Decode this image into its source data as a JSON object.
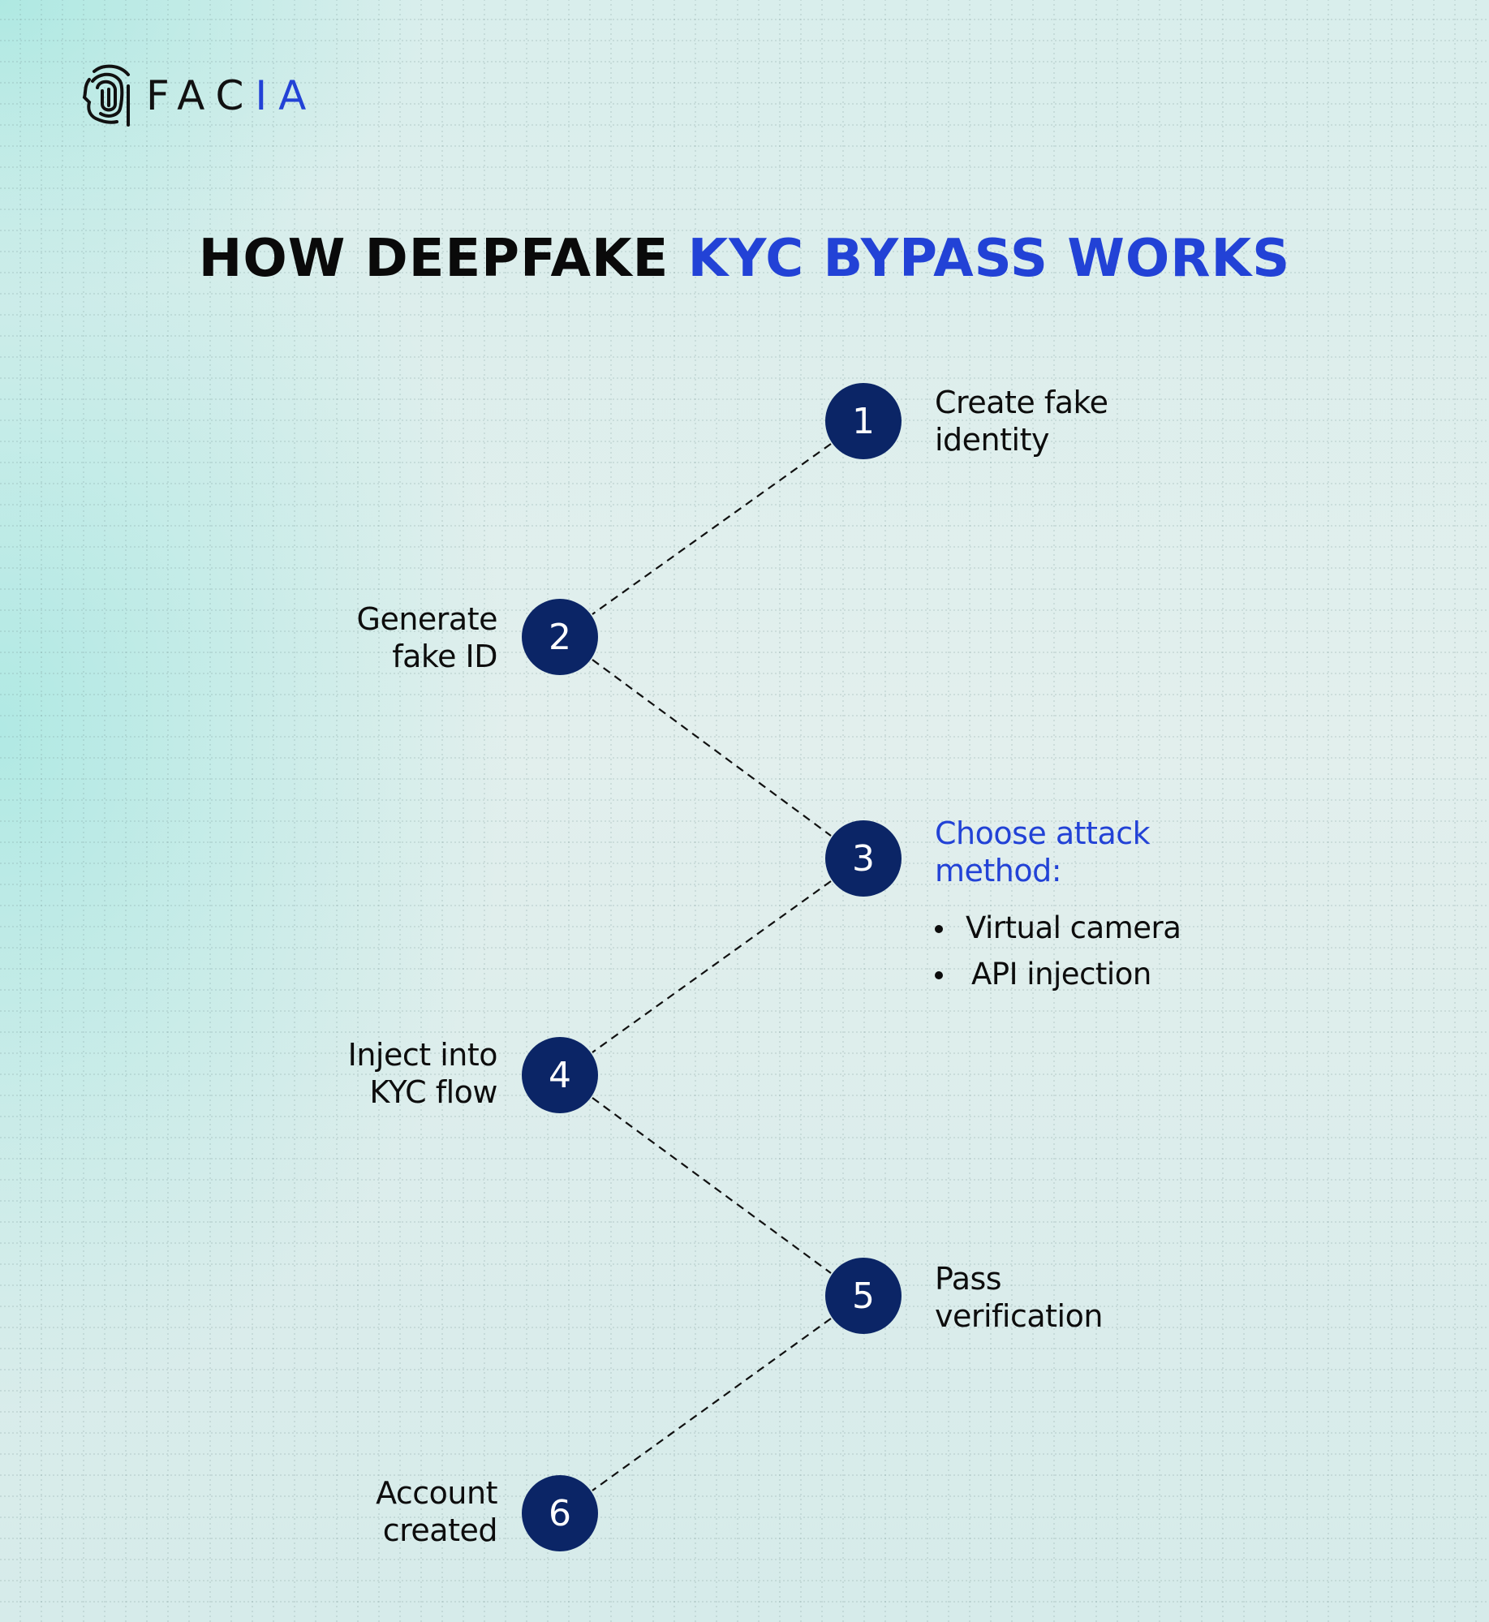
{
  "brand": {
    "logo_icon": "fingerprint-face-icon",
    "name_dark": "FAC",
    "name_accent": "IA"
  },
  "title": {
    "dark": "HOW DEEPFAKE",
    "accent": "KYC BYPASS WORKS"
  },
  "colors": {
    "accent_blue": "#2242d6",
    "circle_navy": "#0b2566",
    "text_dark": "#0d0d0d",
    "background_teal": "#bfe9e4",
    "background_light": "#e4efed"
  },
  "steps": [
    {
      "number": "1",
      "lines": [
        "Create fake",
        "identity"
      ],
      "side": "right",
      "highlight": false
    },
    {
      "number": "2",
      "lines": [
        "Generate",
        "fake ID"
      ],
      "side": "left",
      "highlight": false
    },
    {
      "number": "3",
      "lines": [
        "Choose attack",
        "method:"
      ],
      "side": "right",
      "highlight": true,
      "sub_items": [
        "Virtual camera",
        "API injection"
      ]
    },
    {
      "number": "4",
      "lines": [
        "Inject into",
        "KYC flow"
      ],
      "side": "left",
      "highlight": false
    },
    {
      "number": "5",
      "lines": [
        "Pass",
        "verification"
      ],
      "side": "right",
      "highlight": false
    },
    {
      "number": "6",
      "lines": [
        "Account",
        "created"
      ],
      "side": "left",
      "highlight": false
    }
  ],
  "connector_style": "dashed-line"
}
